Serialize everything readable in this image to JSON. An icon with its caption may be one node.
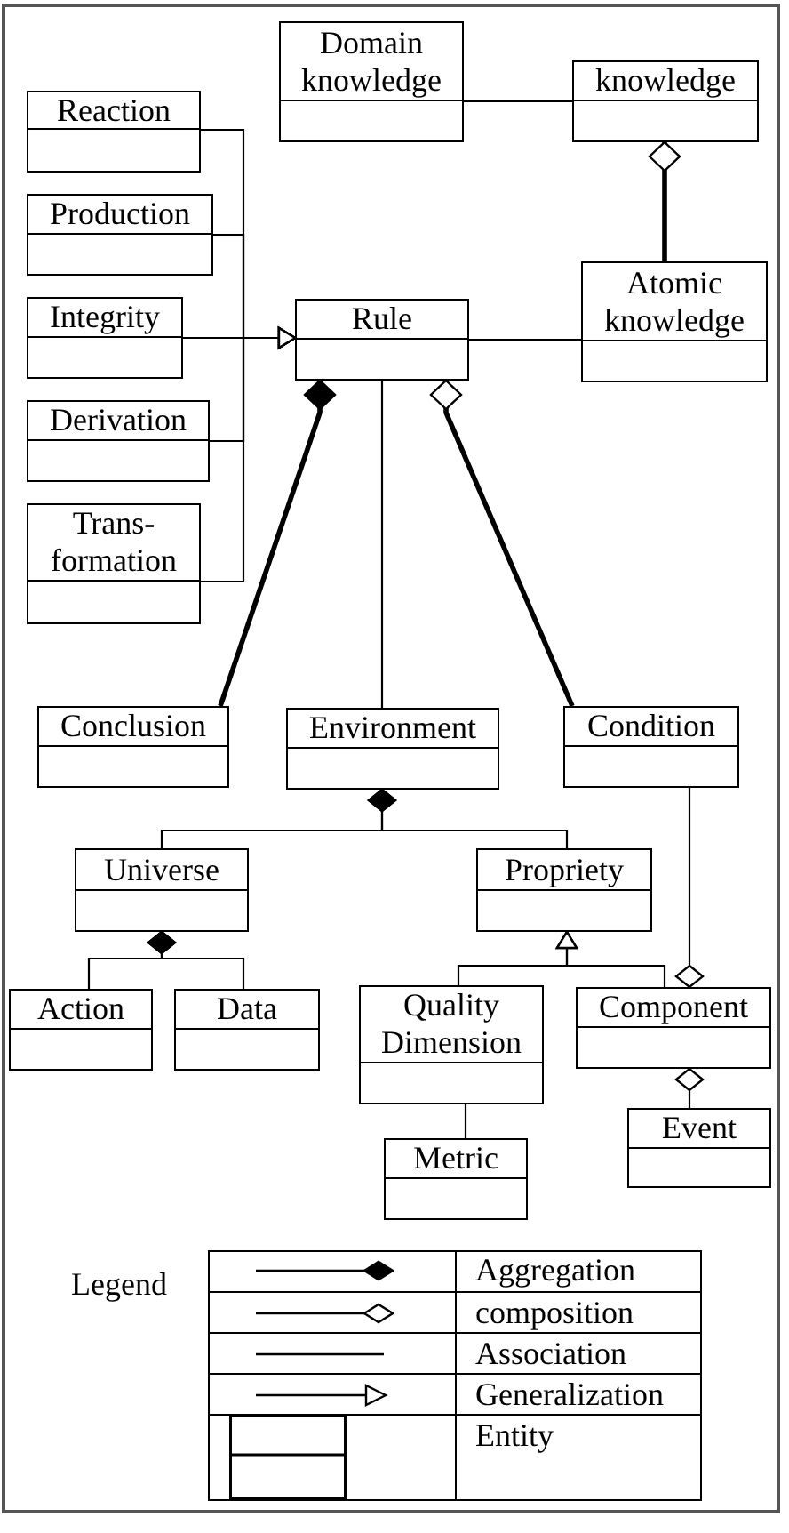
{
  "diagram": {
    "nodes": [
      {
        "text": [
          "Domain knowledge"
        ]
      },
      {
        "text": [
          "knowledge"
        ]
      },
      {
        "text": [
          "Reaction"
        ]
      },
      {
        "text": [
          "Production"
        ]
      },
      {
        "text": [
          "Integrity"
        ]
      },
      {
        "text": [
          "Rule"
        ]
      },
      {
        "text": [
          "Atomic knowledge"
        ]
      },
      {
        "text": [
          "Derivation"
        ]
      },
      {
        "text": [
          "Trans- formation"
        ]
      },
      {
        "text": [
          "Conclusion"
        ]
      },
      {
        "text": [
          "Environment"
        ]
      },
      {
        "text": [
          "Condition"
        ]
      },
      {
        "text": [
          "Universe"
        ]
      },
      {
        "text": [
          "Propriety"
        ]
      },
      {
        "text": [
          "Action"
        ]
      },
      {
        "text": [
          "Data"
        ]
      },
      {
        "text": [
          "Quality Dimension"
        ]
      },
      {
        "text": [
          "Component"
        ]
      },
      {
        "text": [
          "Event"
        ]
      },
      {
        "text": [
          "Metric"
        ]
      }
    ],
    "edges": [
      {
        "from": 0,
        "to": 1,
        "arrow": "none"
      },
      {
        "from": 6,
        "to": 1,
        "arrow": "other",
        "style": "thick"
      },
      {
        "from": 2,
        "to": 5,
        "arrow": "to"
      },
      {
        "from": 3,
        "to": 5,
        "arrow": "to"
      },
      {
        "from": 4,
        "to": 5,
        "arrow": "to"
      },
      {
        "from": 7,
        "to": 5,
        "arrow": "to"
      },
      {
        "from": 8,
        "to": 5,
        "arrow": "to"
      },
      {
        "from": 5,
        "to": 6,
        "arrow": "none"
      },
      {
        "from": 9,
        "to": 5,
        "arrow": "other",
        "style": "thick"
      },
      {
        "from": 5,
        "to": 10,
        "arrow": "none"
      },
      {
        "from": 11,
        "to": 5,
        "arrow": "other",
        "style": "thick"
      },
      {
        "from": 12,
        "to": 10,
        "arrow": "other"
      },
      {
        "from": 13,
        "to": 10,
        "arrow": "other"
      },
      {
        "from": 14,
        "to": 12,
        "arrow": "other"
      },
      {
        "from": 15,
        "to": 12,
        "arrow": "other"
      },
      {
        "from": 16,
        "to": 13,
        "arrow": "to"
      },
      {
        "from": 17,
        "to": 13,
        "arrow": "to"
      },
      {
        "from": 11,
        "to": 17,
        "arrow": "other"
      },
      {
        "from": 18,
        "to": 17,
        "arrow": "other"
      },
      {
        "from": 16,
        "to": 19,
        "arrow": "none"
      }
    ],
    "labels": [
      "Legend"
    ],
    "legend": [
      {
        "text": "Aggregation"
      },
      {
        "text": "composition"
      },
      {
        "text": "Association"
      },
      {
        "text": "Generalization"
      },
      {
        "text": "Entity"
      }
    ]
  }
}
